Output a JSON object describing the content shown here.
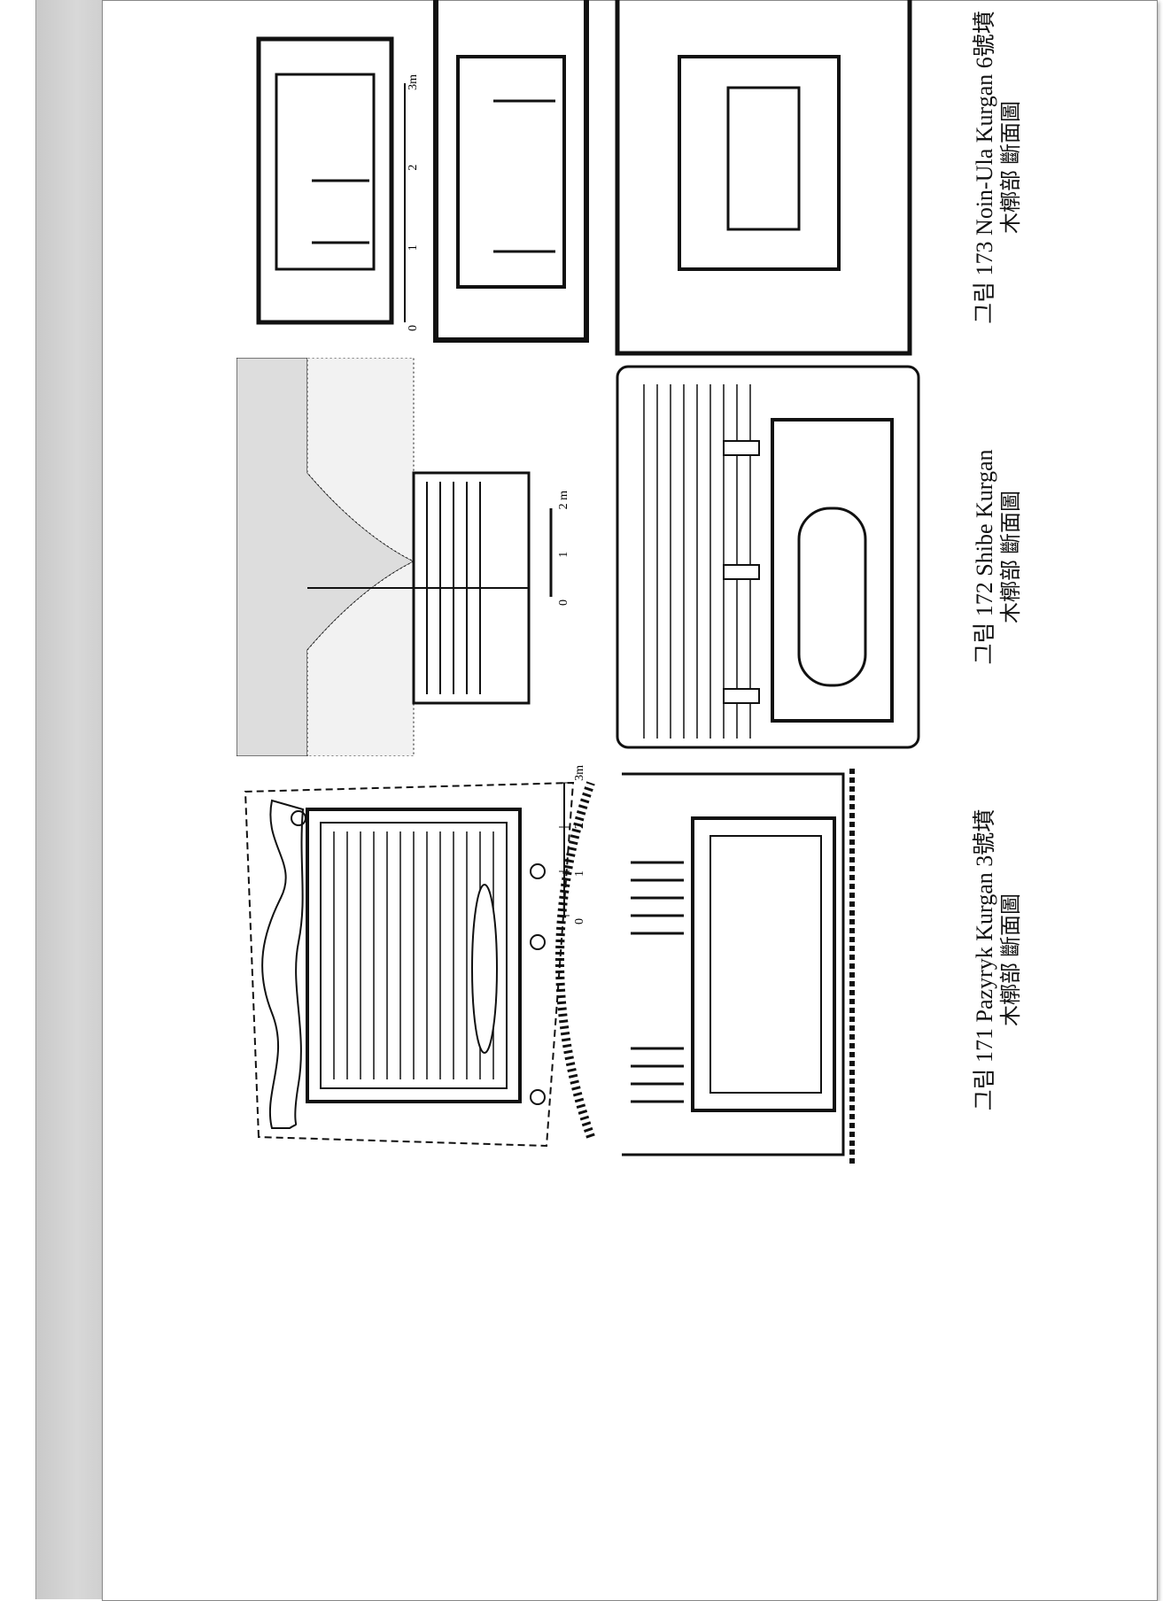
{
  "figures": [
    {
      "label": "그림 171 Pazyryk Kurgan 3號墳",
      "sub": "木槨部 斷面圖",
      "scale": [
        "0",
        "1",
        "2",
        "3m"
      ]
    },
    {
      "label": "그림 172 Shibe Kurgan",
      "sub": "木槨部 斷面圖",
      "scale": [
        "0",
        "1",
        "2 m"
      ]
    },
    {
      "label": "그림 173 Noin-Ula Kurgan 6號墳",
      "sub": "木槨部 斷面圖",
      "scale": [
        "0",
        "1",
        "2",
        "3m"
      ]
    }
  ]
}
